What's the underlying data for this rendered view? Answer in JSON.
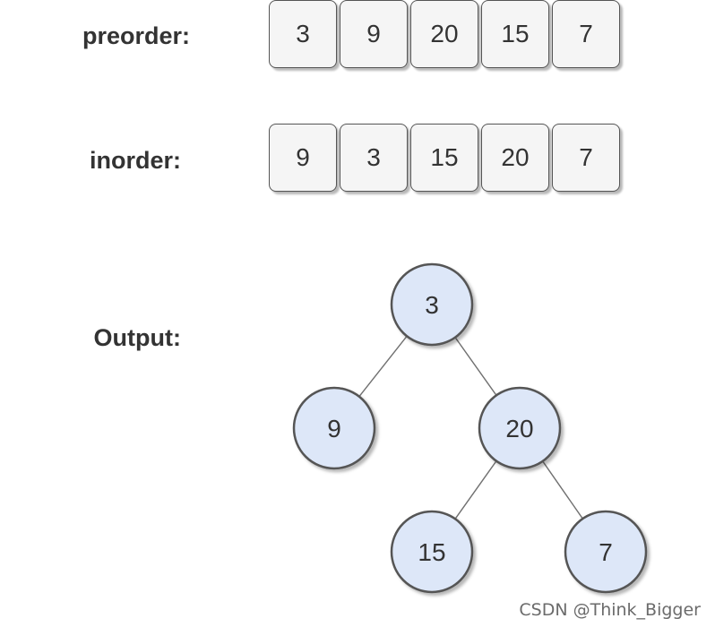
{
  "labels": {
    "preorder": "preorder:",
    "inorder": "inorder:",
    "output": "Output:"
  },
  "preorder": [
    "3",
    "9",
    "20",
    "15",
    "7"
  ],
  "inorder": [
    "9",
    "3",
    "15",
    "20",
    "7"
  ],
  "tree": {
    "nodes": [
      {
        "id": "n3",
        "value": "3"
      },
      {
        "id": "n9",
        "value": "9"
      },
      {
        "id": "n20",
        "value": "20"
      },
      {
        "id": "n15",
        "value": "15"
      },
      {
        "id": "n7",
        "value": "7"
      }
    ],
    "edges": [
      {
        "from": "n3",
        "to": "n9"
      },
      {
        "from": "n3",
        "to": "n20"
      },
      {
        "from": "n20",
        "to": "n15"
      },
      {
        "from": "n20",
        "to": "n7"
      }
    ]
  },
  "colors": {
    "cell_fill": "#f5f5f5",
    "node_fill": "#dde7f8",
    "stroke": "#555555",
    "edge": "#707070"
  },
  "watermark": "CSDN @Think_Bigger"
}
